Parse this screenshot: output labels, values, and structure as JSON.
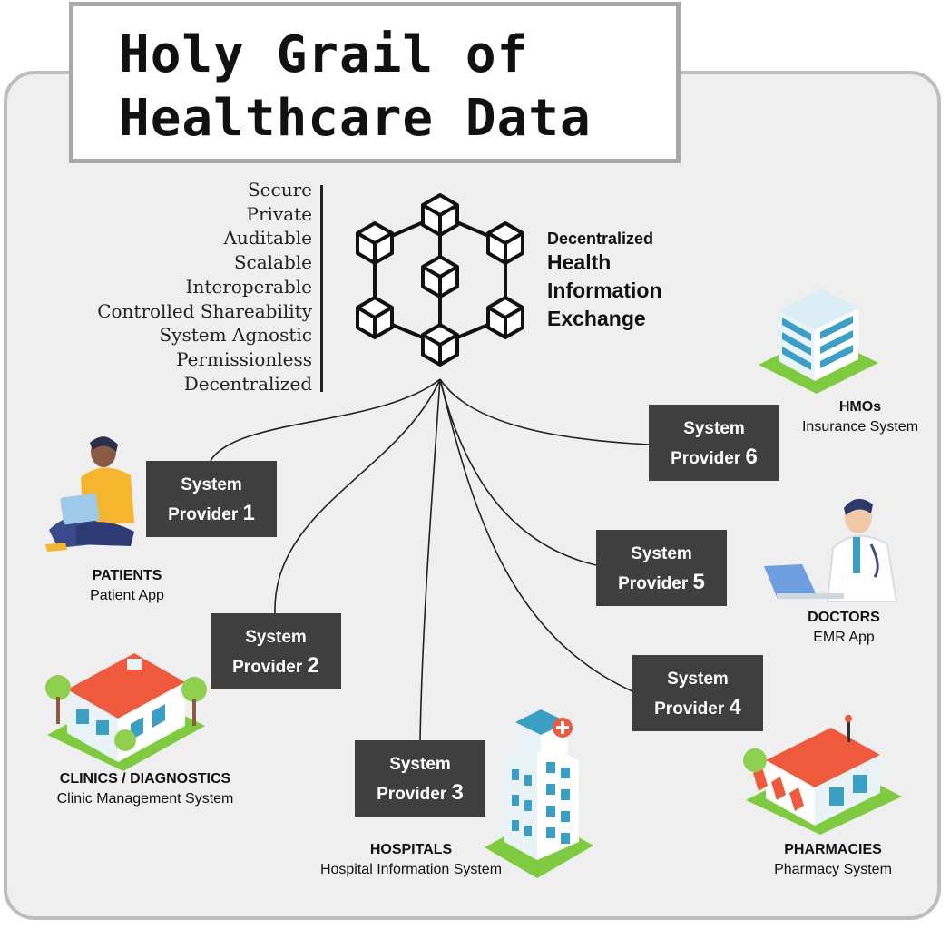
{
  "title": {
    "line1": "Holy Grail of",
    "line2": "Healthcare Data"
  },
  "properties": [
    "Secure",
    "Private",
    "Auditable",
    "Scalable",
    "Interoperable",
    "Controlled Shareability",
    "System Agnostic",
    "Permissionless",
    "Decentralized"
  ],
  "hub": {
    "line1": "Decentralized",
    "line2": "Health",
    "line3": "Information",
    "line4": "Exchange"
  },
  "providers": [
    {
      "label": "System",
      "line2": "Provider",
      "number": "1"
    },
    {
      "label": "System",
      "line2": "Provider",
      "number": "2"
    },
    {
      "label": "System",
      "line2": "Provider",
      "number": "3"
    },
    {
      "label": "System",
      "line2": "Provider",
      "number": "4"
    },
    {
      "label": "System",
      "line2": "Provider",
      "number": "5"
    },
    {
      "label": "System",
      "line2": "Provider",
      "number": "6"
    }
  ],
  "stakeholders": {
    "patients": {
      "heading": "PATIENTS",
      "system": "Patient App"
    },
    "clinics": {
      "heading": "CLINICS / DIAGNOSTICS",
      "system": "Clinic Management System"
    },
    "hospitals": {
      "heading": "HOSPITALS",
      "system": "Hospital Information System"
    },
    "pharmacies": {
      "heading": "PHARMACIES",
      "system": "Pharmacy System"
    },
    "doctors": {
      "heading": "DOCTORS",
      "system": "EMR App"
    },
    "hmos": {
      "heading": "HMOs",
      "system": "Insurance System"
    }
  },
  "colors": {
    "panel": "#efefef",
    "border": "#bdbdbd",
    "provider_box": "#3f3f3f",
    "roof": "#ef5a3c",
    "building": "#3a9fc4",
    "grass": "#7ecb3f"
  },
  "icons": [
    "blockchain-network-icon",
    "patient-illustration",
    "clinic-illustration",
    "hospital-illustration",
    "pharmacy-illustration",
    "doctor-illustration",
    "hmo-building-illustration"
  ]
}
